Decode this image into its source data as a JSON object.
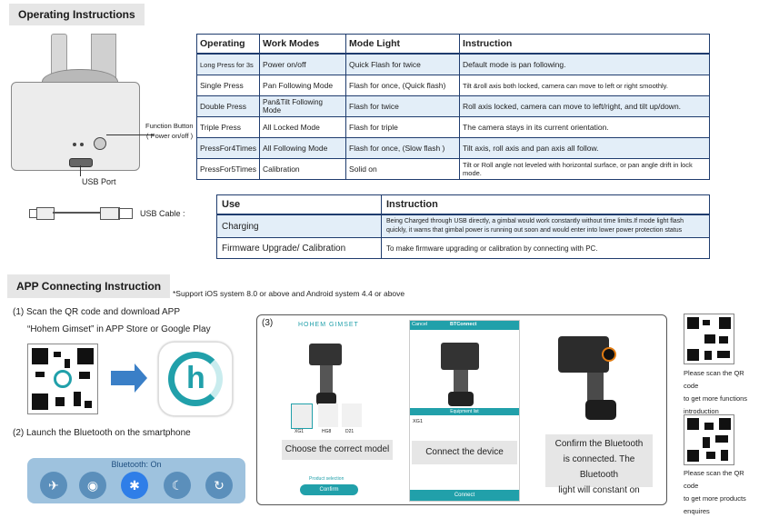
{
  "operating": {
    "title": "Operating Instructions",
    "function_button": "Function Button",
    "power_note": "( Power on/off )",
    "usb_port": "USB Port",
    "usb_cable": "USB Cable :",
    "table": {
      "headers": [
        "Operating",
        "Work Modes",
        "Mode Light",
        "Instruction"
      ],
      "rows": [
        [
          "Long Press for 3s",
          "Power on/off",
          "Quick Flash for twice",
          "Default mode is pan following."
        ],
        [
          "Single Press",
          "Pan Following Mode",
          "Flash for once, (Quick flash)",
          "Tilt &roll axis both locked, camera can move to left or right smoothly."
        ],
        [
          "Double Press",
          "Pan&Tilt Following Mode",
          "Flash for twice",
          "Roll axis locked, camera can move to left/right, and tilt up/down."
        ],
        [
          "Triple Press",
          "All Locked Mode",
          "Flash for triple",
          "The camera stays in its current orientation."
        ],
        [
          "PressFor4Times",
          "All Following Mode",
          "Flash for once, (Slow flash )",
          "Tilt axis, roll axis and pan axis all follow."
        ],
        [
          "PressFor5Times",
          "Calibration",
          "Solid on",
          "Tilt or Roll angle not leveled with horizontal surface, or pan angle drift in lock mode."
        ]
      ]
    },
    "use_table": {
      "headers": [
        "Use",
        "Instruction"
      ],
      "rows": [
        [
          "Charging",
          "Being Charged through USB directly, a gimbal would work constantly without time limits.If mode light flash quickly, it warns that gimbal power is running out soon and would enter into lower power protection status"
        ],
        [
          "Firmware Upgrade/ Calibration",
          "To make firmware upgrading or calibration by connecting with PC."
        ]
      ]
    }
  },
  "app": {
    "title": "APP Connecting Instruction",
    "support": "*Support iOS system 8.0 or above and Android system 4.4 or above",
    "step1_line1": "(1) Scan the QR code and download APP",
    "step1_line2": "“Hohem Gimset” in APP Store or Google Play",
    "step2": "(2) Launch the Bluetooth on the smartphone",
    "bluetooth_label": "Bluetooth: On",
    "step3_label": "(3)",
    "screen1_brand": "HOHEM GIMSET",
    "screen1_caption": "Choose the correct model",
    "screen1_small": "Product selection",
    "screen1_confirm": "Confirm",
    "models": [
      "XG1",
      "HG8",
      "D21"
    ],
    "screen2_cancel": "Cancel",
    "screen2_title": "BTConnect",
    "screen2_list": "Equipment list",
    "screen2_item": "XG1",
    "screen2_caption": "Connect the device",
    "screen2_btn": "Connect",
    "screen3_caption_line1": "Confirm the Bluetooth",
    "screen3_caption_line2": "is connected. The Bluetooth",
    "screen3_caption_line3": "light will constant on",
    "qr1_text": [
      "Please scan the QR code",
      "to get more functions",
      "introduction"
    ],
    "qr2_text": [
      "Please scan the QR code",
      "to get more products",
      "enquires"
    ]
  },
  "colors": {
    "table_border": "#1f3c6e",
    "row_alt": "#e3eef8",
    "accent_blue": "#3a7fc7",
    "app_teal": "#21a0aa"
  }
}
